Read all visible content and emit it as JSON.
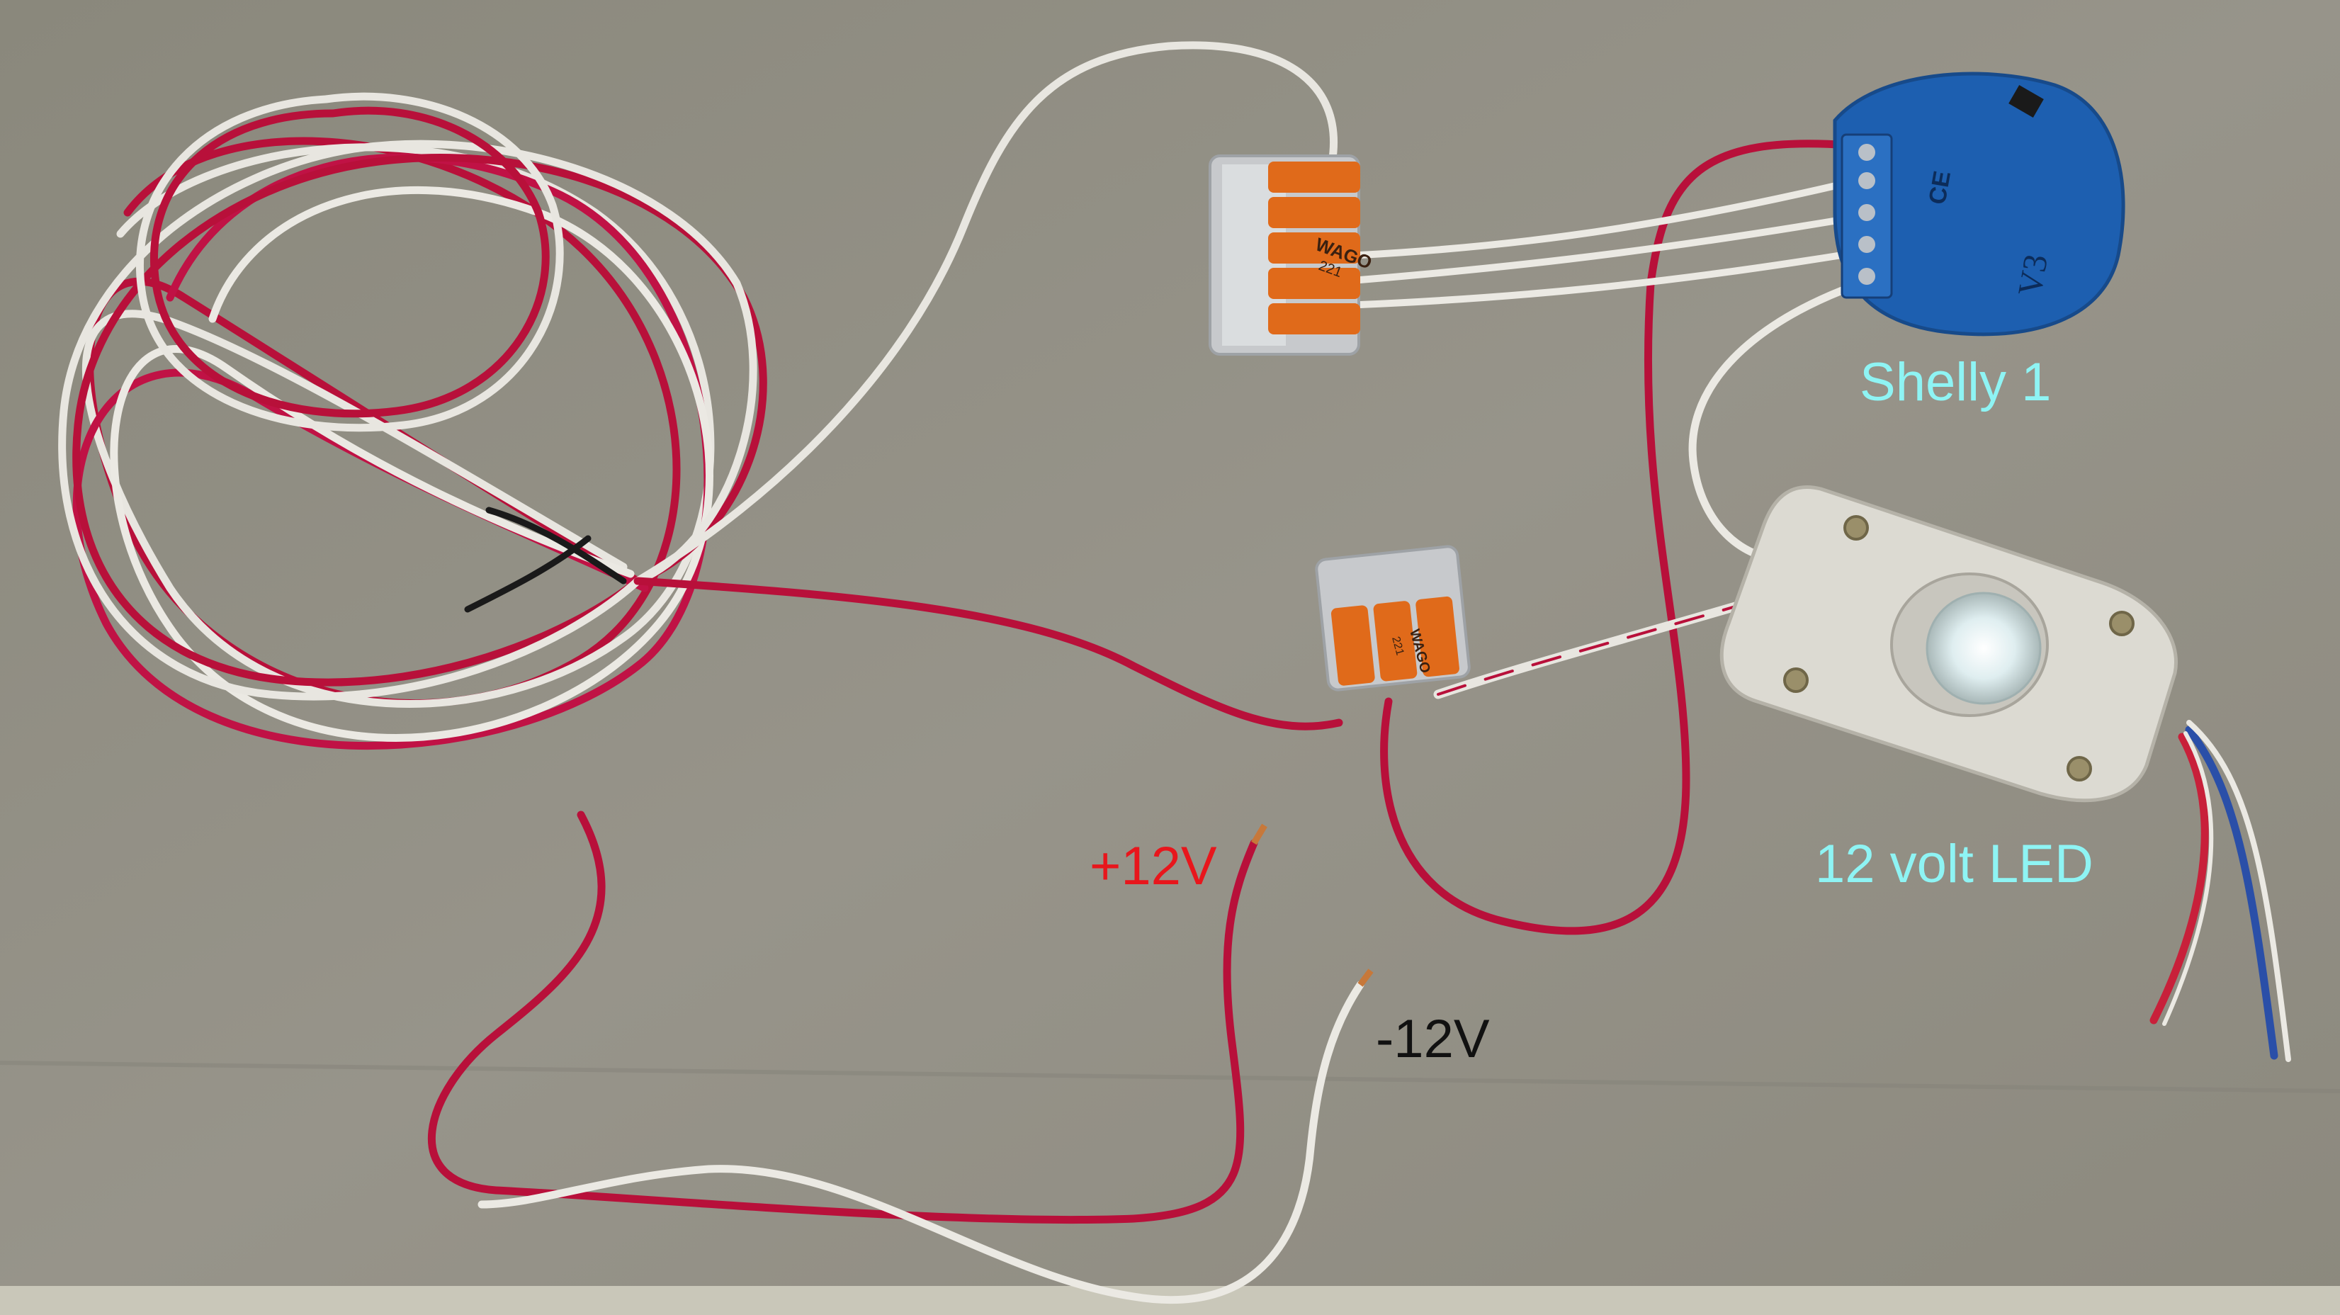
{
  "labels": {
    "shelly": "Shelly 1",
    "led": "12 volt LED",
    "plus": "+12V",
    "minus": "-12V"
  },
  "device_markings": {
    "wago_top": "WAGO",
    "wago_top_model": "221",
    "wago_mid": "WAGO",
    "wago_mid_model": "221",
    "shelly_version": "V3",
    "shelly_ce": "CE"
  },
  "colors": {
    "background": "#8f8c80",
    "red_wire": "#b8103a",
    "white_wire": "#e8e6e0",
    "wago_orange": "#e06a1a",
    "shelly_blue": "#1d5fb0",
    "label_cyan": "#8ef4f4",
    "label_red": "#e8161c",
    "label_black": "#111111"
  }
}
